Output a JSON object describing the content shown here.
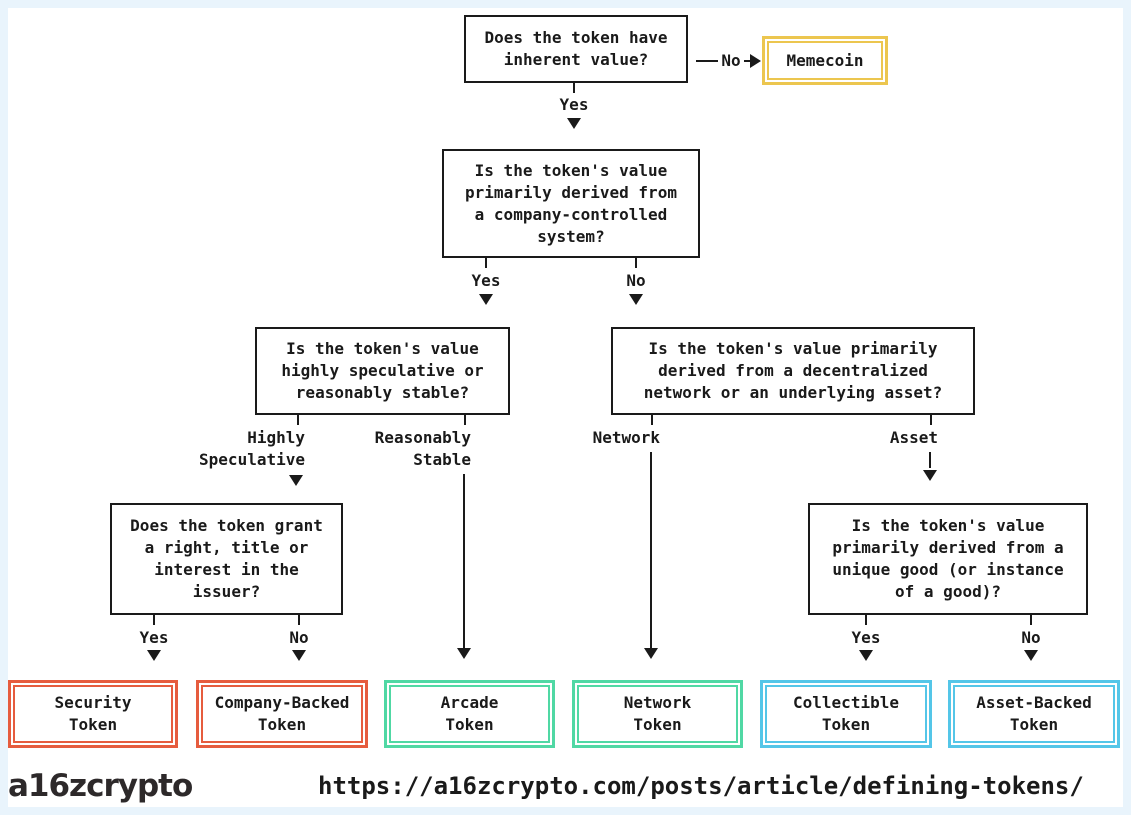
{
  "colors": {
    "line": "#1a1a1a",
    "frame": "#e9f4fc",
    "memecoin_border": "#ecc64f",
    "security_border": "#e65c3e",
    "network_border": "#50d8a4",
    "asset_border": "#54c6e8"
  },
  "questions": {
    "inherent_value": "Does the token have\ninherent value?",
    "company_system": "Is the token's value\nprimarily derived from\na company-controlled\nsystem?",
    "speculative_stable": "Is the token's value\nhighly speculative or\nreasonably stable?",
    "network_asset": "Is the token's value primarily\nderived from a decentralized\nnetwork or an underlying asset?",
    "right_title": "Does the token grant\na right, title or\ninterest in the\nissuer?",
    "unique_good": "Is the token's value\nprimarily derived from a\nunique good (or instance\nof a good)?"
  },
  "labels": {
    "yes": "Yes",
    "no": "No",
    "highly_speculative": "Highly\nSpeculative",
    "reasonably_stable": "Reasonably\nStable",
    "network": "Network",
    "asset": "Asset"
  },
  "outcomes": {
    "memecoin": "Memecoin",
    "security": "Security\nToken",
    "company_backed": "Company-Backed\nToken",
    "arcade": "Arcade\nToken",
    "network": "Network\nToken",
    "collectible": "Collectible\nToken",
    "asset_backed": "Asset-Backed\nToken"
  },
  "footer": {
    "logo": "a16zcrypto",
    "url": "https://a16zcrypto.com/posts/article/defining-tokens/"
  }
}
